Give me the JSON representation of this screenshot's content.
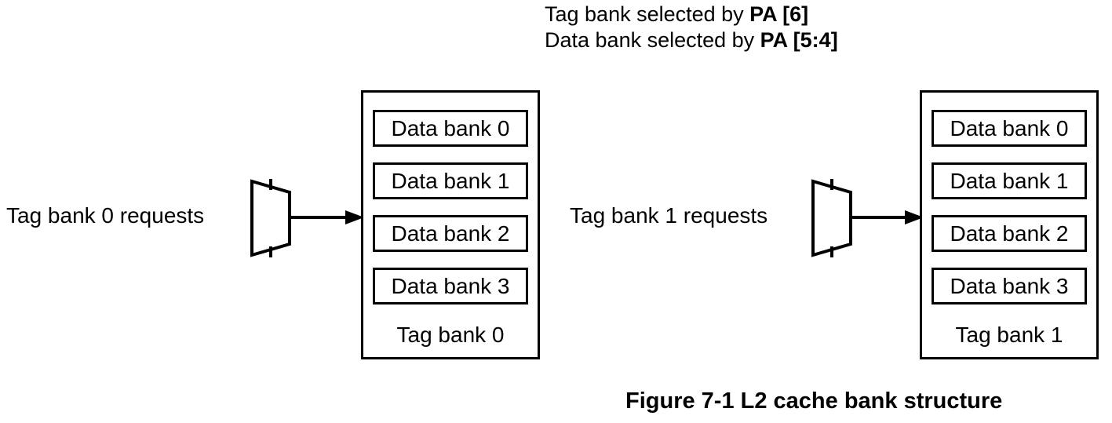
{
  "figure": {
    "caption": "Figure 7-1  L2 cache bank structure",
    "header_note": {
      "line1_plain": "Tag bank selected by ",
      "line1_bold": "PA [6]",
      "line2_plain": "Data bank selected by ",
      "line2_bold": "PA [5:4]"
    },
    "colors": {
      "stroke": "#000000",
      "background": "#ffffff",
      "text": "#000000"
    },
    "groups": [
      {
        "request_label": "Tag bank 0 requests",
        "mux_name": "mux-0",
        "arrow_name": "arrow-0",
        "container_label": "Tag bank 0",
        "data_banks": [
          "Data bank 0",
          "Data bank 1",
          "Data bank 2",
          "Data bank 3"
        ]
      },
      {
        "request_label": "Tag bank 1 requests",
        "mux_name": "mux-1",
        "arrow_name": "arrow-1",
        "container_label": "Tag bank 1",
        "data_banks": [
          "Data bank 0",
          "Data bank 1",
          "Data bank 2",
          "Data bank 3"
        ]
      }
    ]
  }
}
